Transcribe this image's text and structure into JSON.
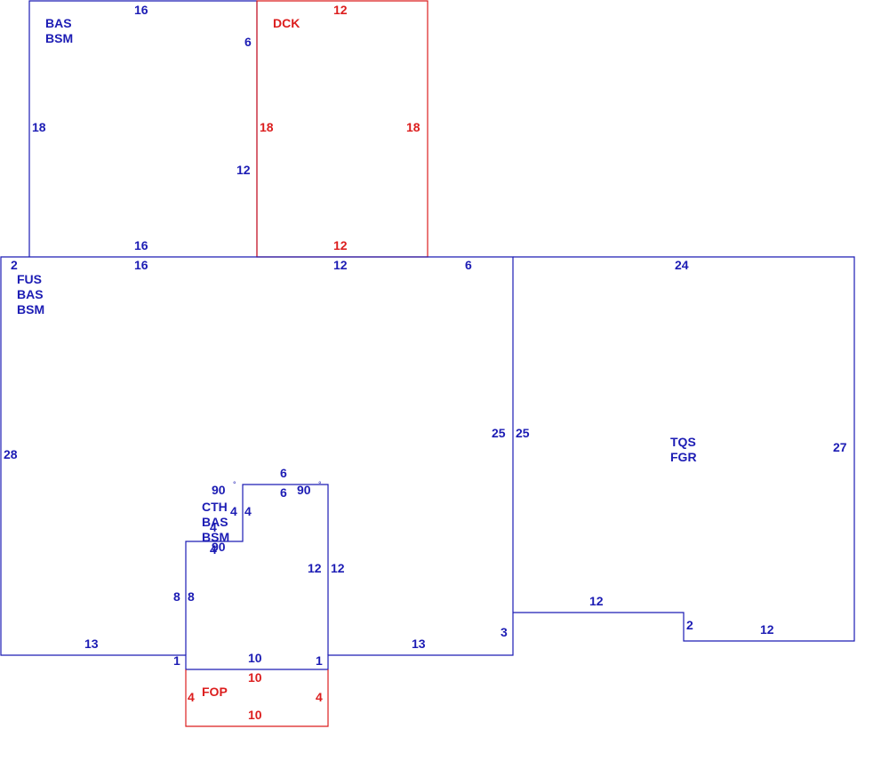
{
  "colors": {
    "main": "#1c1cb4",
    "accent": "#dc1e1e"
  },
  "areas": {
    "upper_bas": [
      "BAS",
      "BSM"
    ],
    "dck": [
      "DCK"
    ],
    "fus": [
      "FUS",
      "BAS",
      "BSM"
    ],
    "cth": [
      "CTH",
      "BAS",
      "BSM"
    ],
    "tqs": [
      "TQS",
      "FGR"
    ],
    "fop": [
      "FOP"
    ]
  },
  "dims": {
    "upper_top": "16",
    "upper_right_top": "6",
    "upper_left": "18",
    "upper_right_mid": "12",
    "upper_bottom": "16",
    "dck_top": "12",
    "dck_left": "18",
    "dck_right": "18",
    "dck_bottom": "12",
    "main_left_top": "2",
    "main_top_a": "16",
    "main_top_b": "12",
    "main_top_c": "6",
    "main_left": "28",
    "main_right": "25",
    "main_bottom_left": "13",
    "main_bottom_right": "13",
    "main_step_left": "1",
    "main_step_right": "1",
    "main_step_right_corner": "3",
    "cth_top_outer": "6",
    "cth_top_inner": "6",
    "cth_angle_left": "90",
    "cth_angle_right": "90",
    "cth_angle_bottom": "90",
    "cth_step_outer": "4",
    "cth_step_inner": "4",
    "cth_small_4": "4",
    "cth_small_4b": "4",
    "cth_right_outer": "12",
    "cth_right_inner": "12",
    "cth_left_outer": "8",
    "cth_left_inner": "8",
    "cth_bottom": "10",
    "deg_symbol": "°",
    "tqs_top": "24",
    "tqs_left": "25",
    "tqs_right": "27",
    "tqs_bottom_left": "12",
    "tqs_step": "2",
    "tqs_bottom_right": "12",
    "fop_top": "10",
    "fop_left": "4",
    "fop_right": "4",
    "fop_bottom": "10"
  }
}
